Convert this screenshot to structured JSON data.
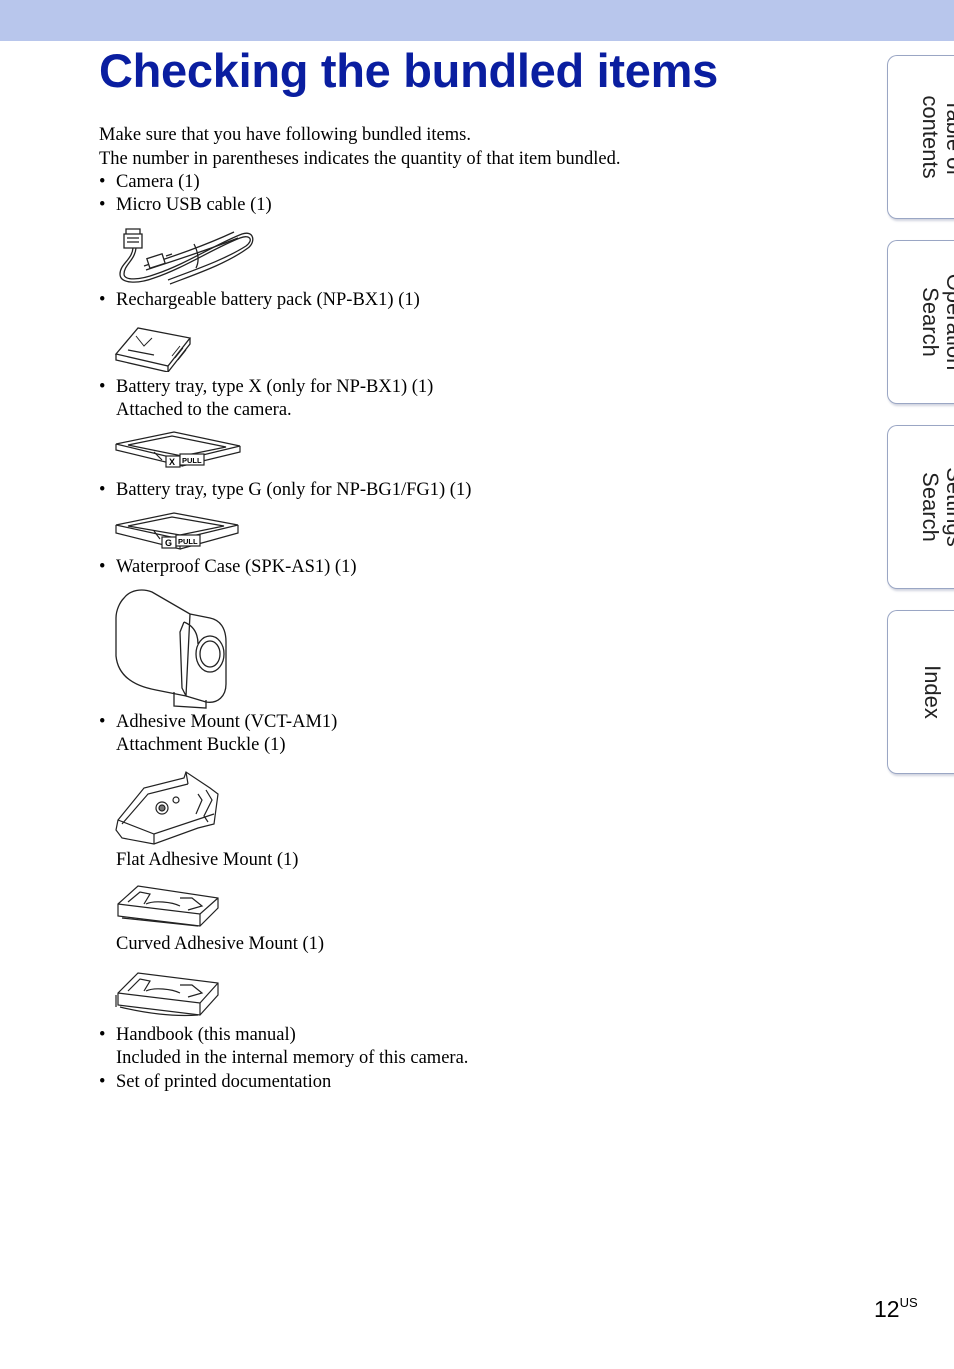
{
  "page": {
    "title": "Checking the bundled items",
    "intro_line1": "Make sure that you have following bundled items.",
    "intro_line2": "The number in parentheses indicates the quantity of that item bundled.",
    "bullet_char": "•",
    "items": {
      "camera": "Camera (1)",
      "usb_cable": "Micro USB cable (1)",
      "battery_pack": "Rechargeable battery pack (NP-BX1) (1)",
      "tray_x": "Battery tray, type X (only for NP-BX1) (1)",
      "tray_x_note": "Attached to the camera.",
      "tray_g": "Battery tray, type G (only for NP-BG1/FG1) (1)",
      "waterproof_case": "Waterproof Case (SPK-AS1) (1)",
      "adhesive_mount": "Adhesive Mount (VCT-AM1)",
      "buckle": "Attachment Buckle (1)",
      "flat_mount": "Flat Adhesive Mount (1)",
      "curved_mount": "Curved Adhesive Mount (1)",
      "handbook": "Handbook (this manual)",
      "handbook_note": "Included in the internal memory of this camera.",
      "printed_docs": "Set of printed documentation"
    },
    "tray_label_x": "X",
    "tray_label_g": "G",
    "tray_pull": "PULL"
  },
  "side_tabs": {
    "toc": [
      "Table of",
      "contents"
    ],
    "operation": [
      "Operation",
      "Search"
    ],
    "settings": [
      "Settings",
      "Search"
    ],
    "index": [
      "Index"
    ]
  },
  "page_number": {
    "number": "12",
    "suffix": "US"
  },
  "colors": {
    "title": "#0a1ea0",
    "top_band": "#b8c6ec",
    "tab_border": "#9aa6c4"
  }
}
